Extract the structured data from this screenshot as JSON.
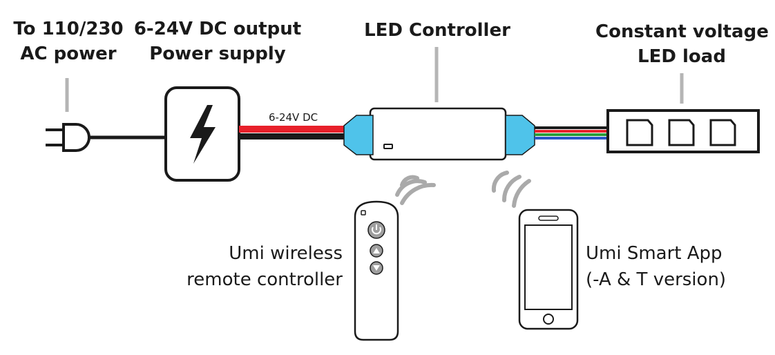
{
  "labels": {
    "ac_power": [
      "To 110/230",
      "AC power"
    ],
    "power_supply": [
      "6-24V DC output",
      "Power supply"
    ],
    "led_controller": "LED Controller",
    "led_load": [
      "Constant voltage",
      "LED load"
    ],
    "dc_wire": "6-24V DC",
    "remote": [
      "Umi wireless",
      "remote controller"
    ],
    "app": [
      "Umi Smart App",
      "(-A & T version)"
    ]
  },
  "colors": {
    "outline": "#1a1a1a",
    "connector": "#4fc3ea",
    "dc_positive": "#e8202a",
    "dc_negative": "#1a1a1a",
    "rgb_wires": [
      "#1a1a1a",
      "#e8202a",
      "#2a9d3a",
      "#2a56c6"
    ],
    "leader_line": "#b5b5b5",
    "signal_waves": "#aaaaaa",
    "remote_button": "#9e9e9e"
  },
  "icons": {
    "plug": "ac-plug-icon",
    "power_supply": "lightning-bolt-icon",
    "remote_power": "power-icon",
    "remote_up": "triangle-up-icon",
    "remote_down": "triangle-down-icon"
  }
}
